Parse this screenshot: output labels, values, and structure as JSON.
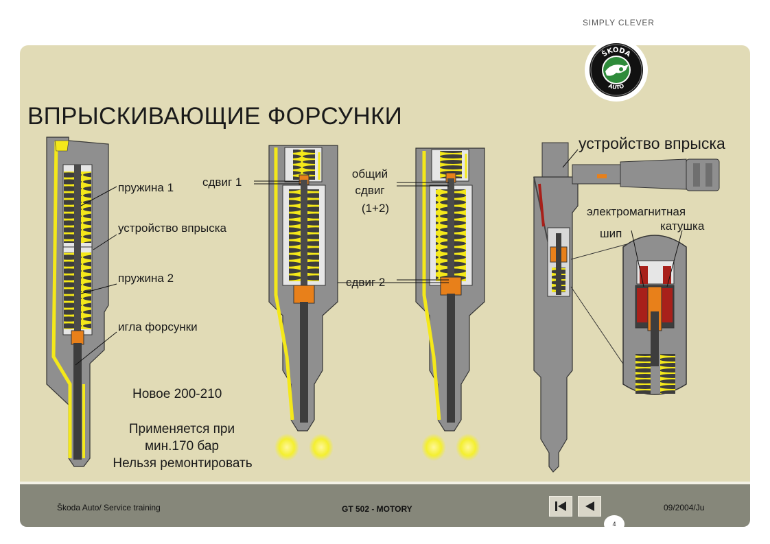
{
  "header": {
    "tagline": "SIMPLY CLEVER",
    "logo_top": "ŠKODA",
    "logo_bottom": "AUTO"
  },
  "title": "ВПРЫСКИВАЮЩИЕ ФОРСУНКИ",
  "labels": {
    "spring1": "пружина 1",
    "injection_device_left": "устройство впрыска",
    "spring2": "пружина 2",
    "needle": "игла форсунки",
    "shift1": "сдвиг 1",
    "total_shift_line1": "общий",
    "total_shift_line2": "сдвиг",
    "total_shift_line3": "(1+2)",
    "shift2": "сдвиг 2",
    "injection_device_right": "устройство впрыска",
    "em_coil_line1": "электромагнитная",
    "em_coil_line2": "катушка",
    "pin": "шип"
  },
  "notes": {
    "line1": "Новое 200-210",
    "line2": "Применяется при",
    "line3": "мин.170 бар",
    "line4": "Нельзя ремонтировать"
  },
  "footer": {
    "left": "Škoda Auto/ Service training",
    "center": "GT 502  - MOTORY",
    "right": "09/2004/Ju",
    "page": "4"
  },
  "colors": {
    "panel": "#e1dbb6",
    "footer": "#86877a",
    "body_gray": "#8f8f8f",
    "fuel_yellow": "#f4e81a",
    "spring_dark": "#3d3d3d",
    "orange": "#e8801a",
    "coil_red": "#a8201a"
  }
}
